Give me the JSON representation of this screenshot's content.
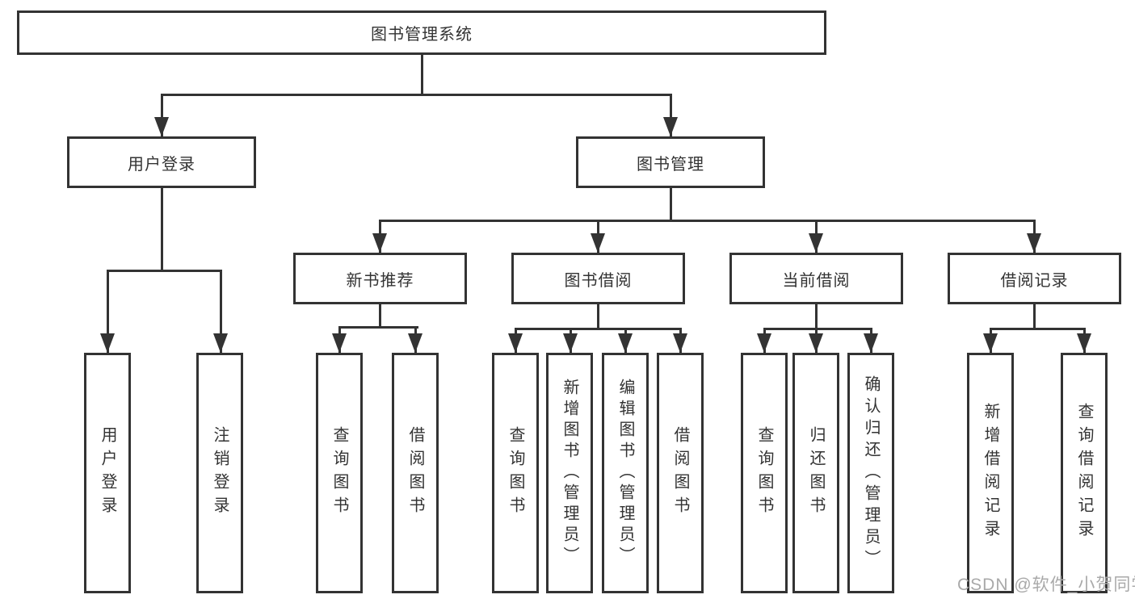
{
  "diagram": {
    "title": "图书管理系统",
    "root": {
      "label": "图书管理系统"
    },
    "level2": [
      {
        "label": "用户登录"
      },
      {
        "label": "图书管理"
      }
    ],
    "level3": [
      {
        "label": "新书推荐"
      },
      {
        "label": "图书借阅"
      },
      {
        "label": "当前借阅"
      },
      {
        "label": "借阅记录"
      }
    ],
    "leaves": {
      "user_login": [
        {
          "label": "用户登录"
        },
        {
          "label": "注销登录"
        }
      ],
      "new_book_recommend": [
        {
          "label": "查询图书"
        },
        {
          "label": "借阅图书"
        }
      ],
      "book_borrow": [
        {
          "label": "查询图书"
        },
        {
          "label": "新增图书（管理员）"
        },
        {
          "label": "编辑图书（管理员）"
        },
        {
          "label": "借阅图书"
        }
      ],
      "current_borrow": [
        {
          "label": "查询图书"
        },
        {
          "label": "归还图书"
        },
        {
          "label": "确认归还（管理员）"
        }
      ],
      "borrow_records": [
        {
          "label": "新增借阅记录"
        },
        {
          "label": "查询借阅记录"
        }
      ]
    },
    "watermark": "CSDN @软件_小贺同学",
    "colors": {
      "line": "#333333",
      "box_border": "#333333",
      "text": "#333333",
      "watermark": "#a9a9a9",
      "background": "#ffffff"
    }
  }
}
